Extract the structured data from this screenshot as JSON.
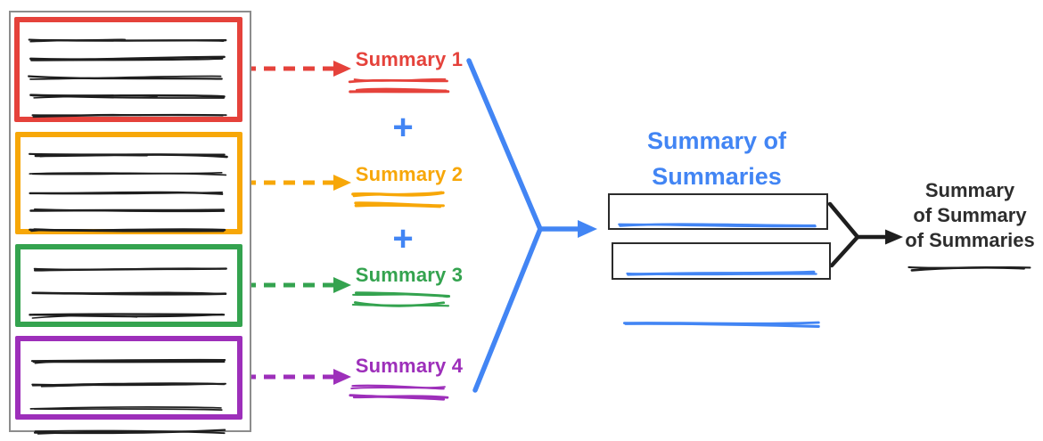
{
  "palette": {
    "red": "#e5423b",
    "yellow": "#f7a708",
    "green": "#34a34f",
    "purple": "#9d2fba",
    "blue": "#4285f4",
    "ink": "#1e1e1e",
    "dark_text": "#2d2d2d",
    "panel_border": "#8c8c8c",
    "box_border": "#2b2b2b"
  },
  "document_panel": {
    "sections": [
      {
        "name": "document-section-1",
        "color": "#e5423b",
        "line_count": 5
      },
      {
        "name": "document-section-2",
        "color": "#f7a708",
        "line_count": 5
      },
      {
        "name": "document-section-3",
        "color": "#34a34f",
        "line_count": 4
      },
      {
        "name": "document-section-4",
        "color": "#9d2fba",
        "line_count": 4
      }
    ]
  },
  "summaries": [
    {
      "label": "Summary 1",
      "color": "#e5423b"
    },
    {
      "label": "Summary 2",
      "color": "#f7a708"
    },
    {
      "label": "Summary 3",
      "color": "#34a34f"
    },
    {
      "label": "Summary 4",
      "color": "#9d2fba"
    }
  ],
  "plus_sign": "+",
  "summary_of_summaries": {
    "title_lines": [
      "Summary of",
      "Summaries"
    ],
    "color": "#4285f4",
    "box_count": 2
  },
  "final_summary": {
    "title_lines": [
      "Summary",
      "of Summary",
      "of Summaries"
    ],
    "color": "#2d2d2d"
  },
  "scribbles": {
    "doc1": {
      "lines": 5,
      "color": "#1e1e1e",
      "thickness": 2.6,
      "seed": 3,
      "messy": true
    },
    "doc2": {
      "lines": 5,
      "color": "#1e1e1e",
      "thickness": 2.6,
      "seed": 11,
      "messy": true
    },
    "doc3": {
      "lines": 4,
      "color": "#1e1e1e",
      "thickness": 2.6,
      "seed": 23,
      "messy": true
    },
    "doc4": {
      "lines": 4,
      "color": "#1e1e1e",
      "thickness": 2.6,
      "seed": 31,
      "messy": true
    },
    "sum1": {
      "lines": 2,
      "color": "#e5423b",
      "thickness": 2.4,
      "seed": 41
    },
    "sum2": {
      "lines": 2,
      "color": "#f7a708",
      "thickness": 2.8,
      "seed": 47
    },
    "sum3": {
      "lines": 2,
      "color": "#34a34f",
      "thickness": 2.4,
      "seed": 53
    },
    "sum4": {
      "lines": 2,
      "color": "#9d2fba",
      "thickness": 2.4,
      "seed": 59
    },
    "sos1": {
      "lines": 2,
      "color": "#4285f4",
      "thickness": 3.2,
      "seed": 71
    },
    "sos2": {
      "lines": 2,
      "color": "#4285f4",
      "thickness": 3.2,
      "seed": 79
    },
    "final": {
      "lines": 1,
      "color": "#1e1e1e",
      "thickness": 2.4,
      "seed": 97
    }
  }
}
